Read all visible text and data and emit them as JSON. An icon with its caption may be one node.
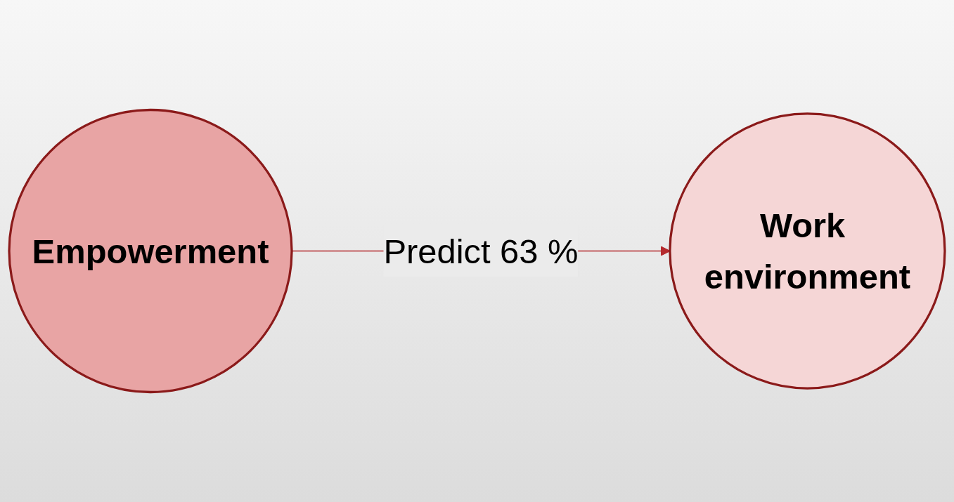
{
  "diagram": {
    "nodes": [
      {
        "text": [
          "Empowerment"
        ]
      },
      {
        "text": [
          "Work environment"
        ]
      }
    ],
    "edges": [
      {
        "from": 0,
        "to": 1,
        "arrow": "to",
        "label": "Predict 63 %",
        "color": "#b52a2e"
      }
    ]
  }
}
